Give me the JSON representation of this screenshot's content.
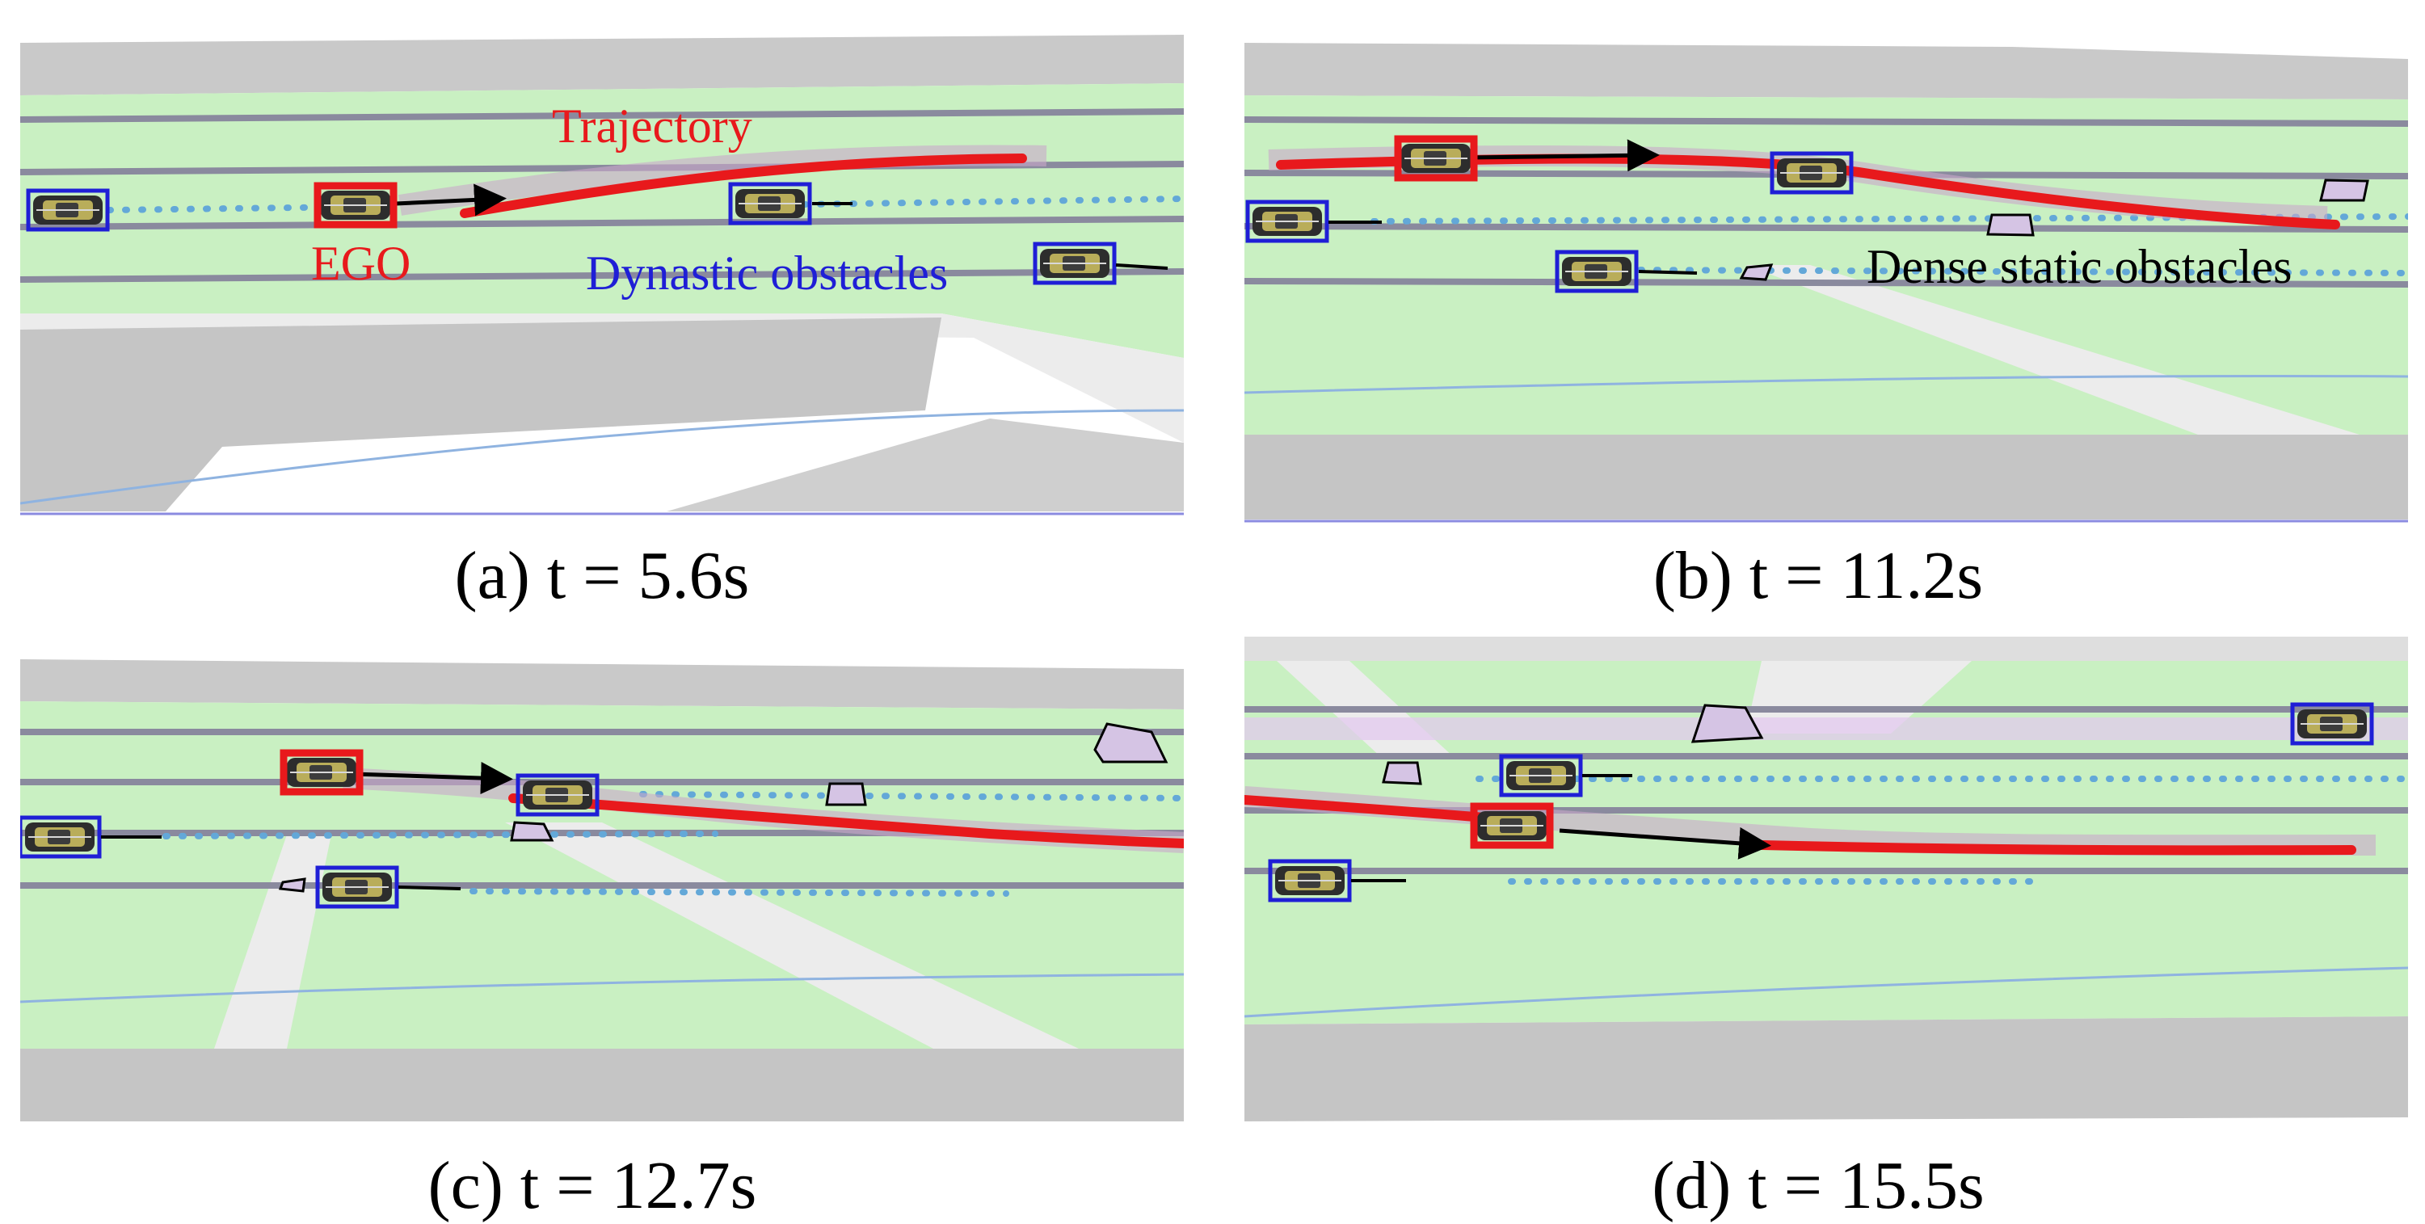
{
  "figure": {
    "panels": [
      {
        "id": "a",
        "caption": "(a) t = 5.6s"
      },
      {
        "id": "b",
        "caption": "(b) t = 11.2s"
      },
      {
        "id": "c",
        "caption": "(c) t = 12.7s"
      },
      {
        "id": "d",
        "caption": "(d) t = 15.5s"
      }
    ],
    "annotations": {
      "trajectory": "Trajectory",
      "ego": "EGO",
      "dynamic_obstacles": "Dynastic obstacles",
      "static_obstacles": "Dense static obstacles"
    }
  },
  "colors": {
    "ego_box": "#e8191c",
    "trajectory": "#e8191c",
    "obstacle_box": "#1f1fd6",
    "drivable_area": "#c9f0c2",
    "road_edge": "#c7c7c7",
    "lane_line": "#8a8a9e",
    "predicted_path_dots": "#63a8d8"
  }
}
